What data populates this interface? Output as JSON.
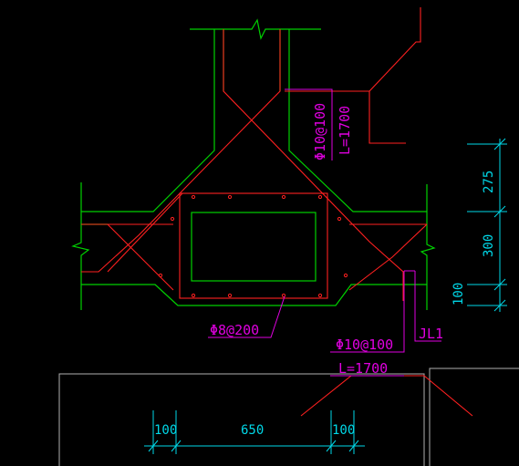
{
  "colors": {
    "background": "#000000",
    "concrete_outline": "#00d000",
    "rebar": "#ff2020",
    "annotation": "#e000e0",
    "dimension": "#00d8e8",
    "frame": "#b0b0b0"
  },
  "annotations": {
    "top_rebar": "Φ10@100",
    "top_length": "L=1700",
    "stirrup": "Φ8@200",
    "beam_tag": "JL1",
    "lower_rebar": "Φ10@100",
    "lower_length": "L=1700"
  },
  "dimensions": {
    "right_top": "275",
    "right_mid": "300",
    "right_bottom": "100",
    "bottom_left": "100",
    "bottom_mid": "650",
    "bottom_right": "100"
  }
}
